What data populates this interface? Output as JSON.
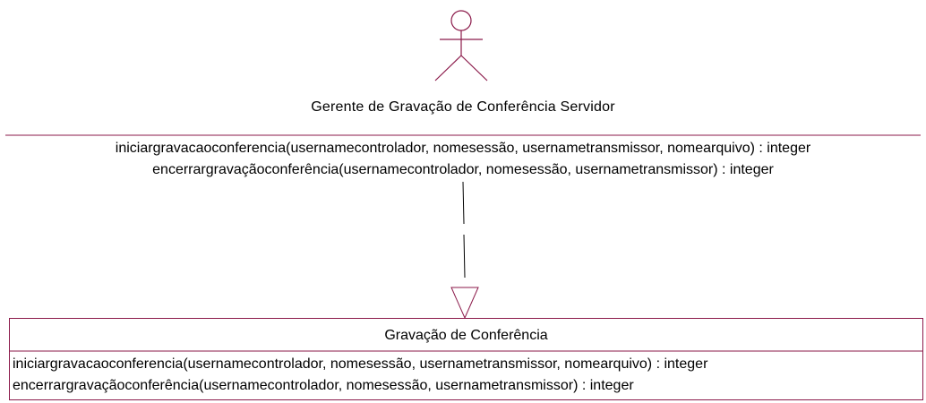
{
  "actor": {
    "name": "Gerente de Gravação de Conferência  Servidor",
    "operations": [
      "iniciargravacaoconferencia(usernamecontrolador, nomesessão, usernametransmissor, nomearquivo) : integer",
      "encerrargravaçãoconferência(usernamecontrolador, nomesessão, usernametransmissor) : integer"
    ]
  },
  "class": {
    "name": "Gravação de Conferência",
    "operations": [
      "iniciargravacaoconferencia(usernamecontrolador, nomesessão, usernametransmissor, nomearquivo) : integer",
      "encerrargravaçãoconferência(usernamecontrolador, nomesessão, usernametransmissor) : integer"
    ]
  },
  "colors": {
    "line": "#8b1a4a",
    "text": "#000000",
    "background": "#ffffff"
  }
}
